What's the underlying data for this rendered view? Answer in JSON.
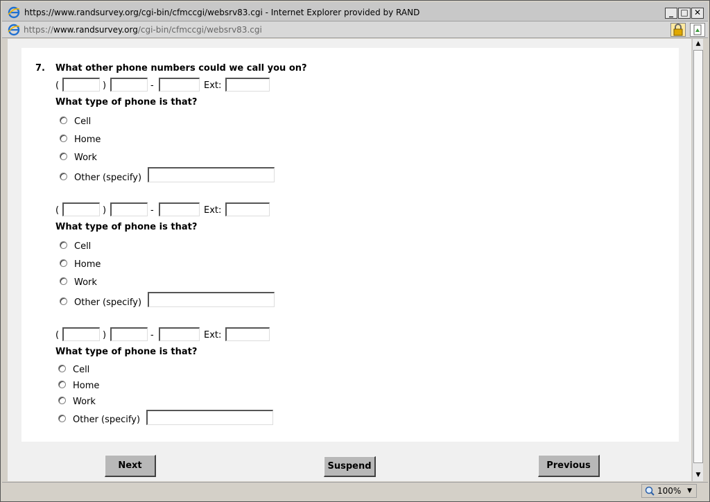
{
  "window": {
    "title": "https://www.randsurvey.org/cgi-bin/cfmccgi/websrv83.cgi - Internet Explorer provided by RAND",
    "minimize": "_",
    "maximize": "□",
    "close": "✕"
  },
  "address": {
    "prefix": "https://",
    "host": "www.randsurvey.org",
    "path": "/cgi-bin/cfmccgi/websrv83.cgi"
  },
  "question": {
    "number": "7.",
    "text": "What other phone numbers could we call you on?"
  },
  "phone_labels": {
    "open_paren": "(",
    "close_paren": ")",
    "dash": "-",
    "ext": "Ext:"
  },
  "blocks": [
    {
      "type_question": "What type of phone is that?",
      "options": [
        "Cell",
        "Home",
        "Work",
        "Other (specify)"
      ]
    },
    {
      "type_question": "What type of phone is that?",
      "options": [
        "Cell",
        "Home",
        "Work",
        "Other (specify)"
      ]
    },
    {
      "type_question": "What type of phone is that?",
      "options": [
        "Cell",
        "Home",
        "Work",
        "Other (specify)"
      ]
    }
  ],
  "buttons": {
    "next": "Next",
    "suspend": "Suspend",
    "previous": "Previous"
  },
  "status": {
    "zoom": "100%"
  },
  "scroll": {
    "up": "▲",
    "down": "▼"
  }
}
